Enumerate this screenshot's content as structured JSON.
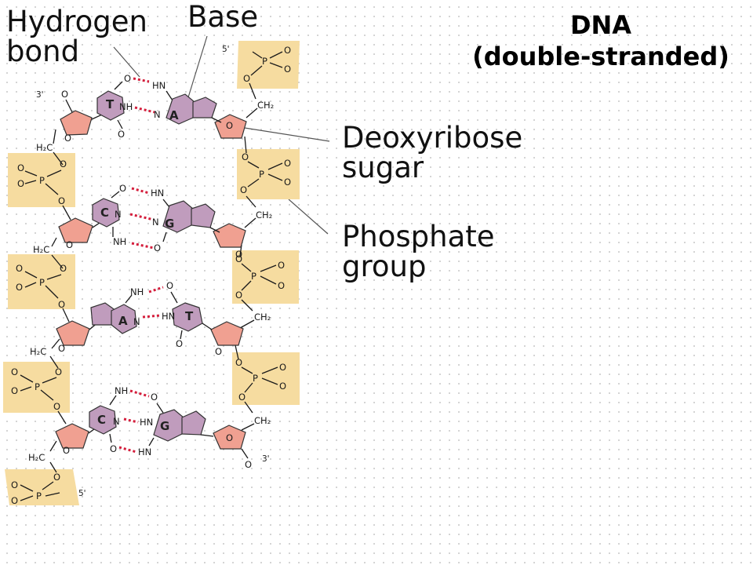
{
  "title": {
    "line1": "DNA",
    "line2": "(double-stranded)"
  },
  "labels": {
    "hydrogen_bond_line1": "Hydrogen",
    "hydrogen_bond_line2": "bond",
    "base": "Base",
    "deoxyribose_line1": "Deoxyribose",
    "deoxyribose_line2": "sugar",
    "phosphate_line1": "Phosphate",
    "phosphate_line2": "group"
  },
  "strand_ends": {
    "top_left": "3'",
    "top_right": "5'",
    "bottom_left": "5'",
    "bottom_right": "3'"
  },
  "atoms": {
    "phosphorus": "P",
    "oxygen": "O",
    "methylene": "CH₂",
    "methylene_left": "H₂C",
    "amine": "NH",
    "imine": "HN",
    "nitrogen": "N"
  },
  "base_pairs": [
    {
      "left": "T",
      "right": "A"
    },
    {
      "left": "C",
      "right": "G"
    },
    {
      "left": "A",
      "right": "T"
    },
    {
      "left": "C",
      "right": "G"
    }
  ],
  "colors": {
    "phosphate": "#f6dca0",
    "sugar": "#f0a091",
    "base": "#c09cbd",
    "hydrogen_bond": "#d41e3c"
  }
}
